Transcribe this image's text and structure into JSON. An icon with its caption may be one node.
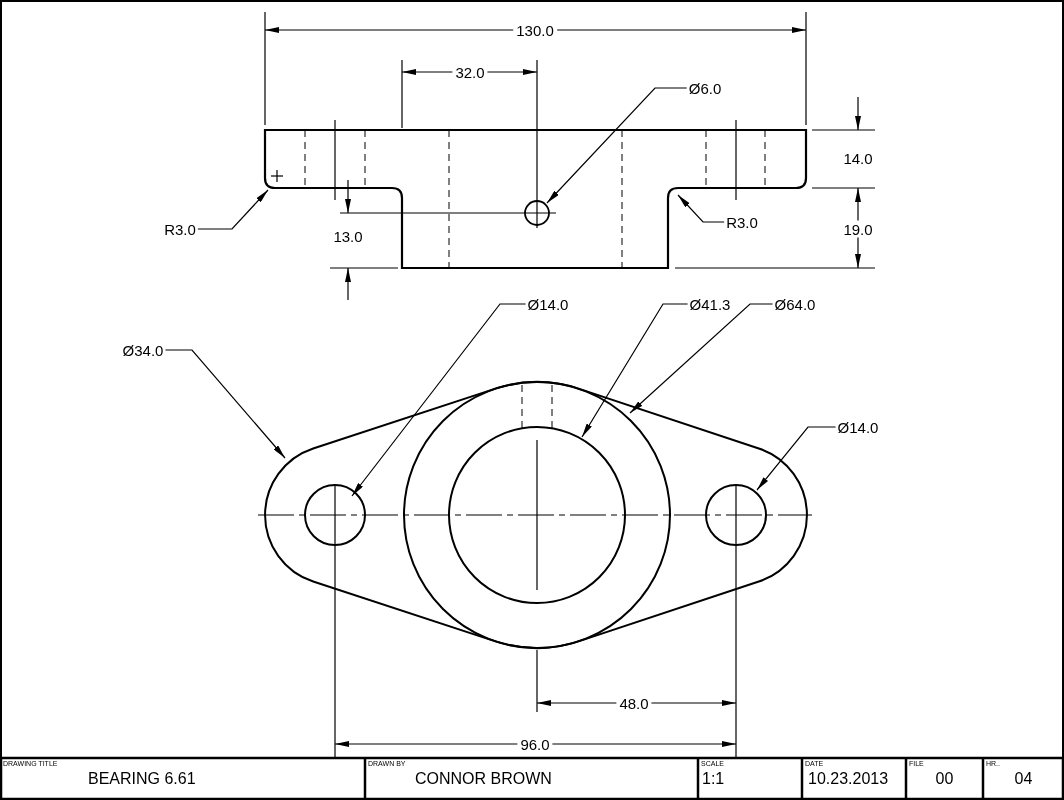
{
  "diagram": {
    "nodes": [
      {
        "text": [
          "Ø6.0"
        ]
      },
      {
        "text": [
          "R3.0"
        ]
      },
      {
        "text": [
          "R3.0"
        ]
      },
      {
        "text": [
          "Ø14.0"
        ]
      },
      {
        "text": [
          "Ø41.3"
        ]
      },
      {
        "text": [
          "Ø64.0"
        ]
      },
      {
        "text": [
          "Ø34.0"
        ]
      },
      {
        "text": [
          "Ø14.0"
        ]
      }
    ],
    "edges": [
      {
        "from": 0,
        "to": null,
        "arrow": "to"
      },
      {
        "from": 1,
        "to": null,
        "arrow": "to"
      },
      {
        "from": 2,
        "to": null,
        "arrow": "to"
      },
      {
        "from": 3,
        "to": null,
        "arrow": "to"
      },
      {
        "from": 4,
        "to": null,
        "arrow": "to"
      },
      {
        "from": 5,
        "to": null,
        "arrow": "to"
      },
      {
        "from": 6,
        "to": null,
        "arrow": "to"
      },
      {
        "from": 7,
        "to": null,
        "arrow": "to"
      }
    ],
    "labels": [
      "130.0",
      "32.0",
      "14.0",
      "13.0",
      "19.0",
      "48.0",
      "96.0",
      "DRAWING TITLE",
      "BEARING 6.61",
      "DRAWN BY",
      "CONNOR BROWN",
      "SCALE",
      "1:1",
      "DATE",
      "10.23.2013",
      "FILE",
      "00",
      "HR..",
      "04"
    ]
  }
}
